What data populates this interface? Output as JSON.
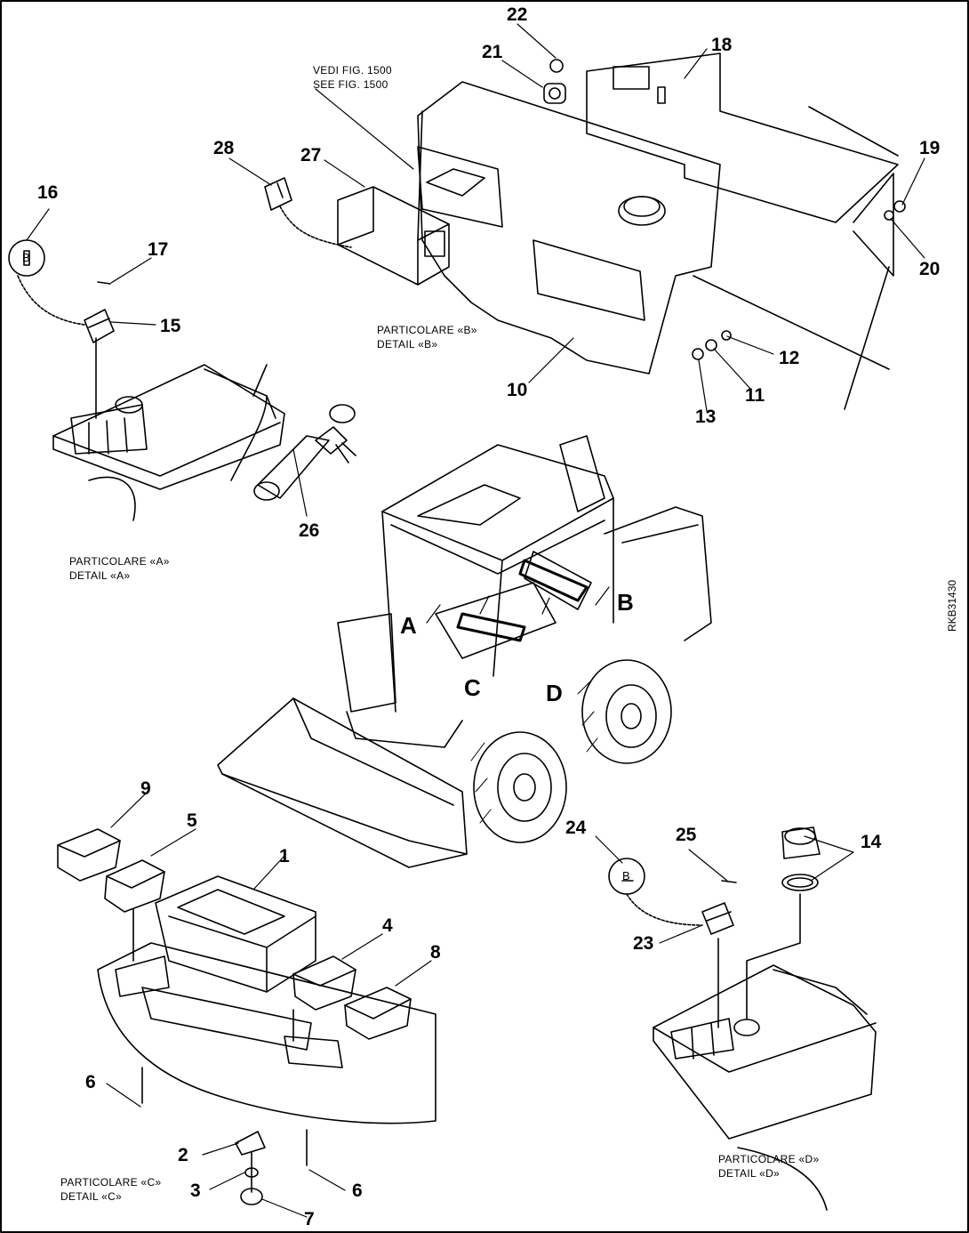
{
  "drawing_code": "RKB31430",
  "detail_A": {
    "it": "PARTICOLARE «A»",
    "en": "DETAIL «A»"
  },
  "detail_B": {
    "it": "PARTICOLARE «B»",
    "en": "DETAIL «B»"
  },
  "detail_C": {
    "it": "PARTICOLARE «C»",
    "en": "DETAIL «C»"
  },
  "detail_D": {
    "it": "PARTICOLARE «D»",
    "en": "DETAIL «D»"
  },
  "see_fig": {
    "it": "VEDI FIG. 1500",
    "en": "SEE FIG. 1500"
  },
  "detail_letters": [
    "A",
    "B",
    "C",
    "D"
  ],
  "circle_letters": [
    "B",
    "B"
  ],
  "callouts": [
    "1",
    "2",
    "3",
    "4",
    "5",
    "6",
    "6",
    "7",
    "8",
    "9",
    "10",
    "11",
    "12",
    "13",
    "14",
    "15",
    "16",
    "17",
    "18",
    "19",
    "20",
    "21",
    "22",
    "23",
    "24",
    "25",
    "26",
    "27",
    "28"
  ]
}
